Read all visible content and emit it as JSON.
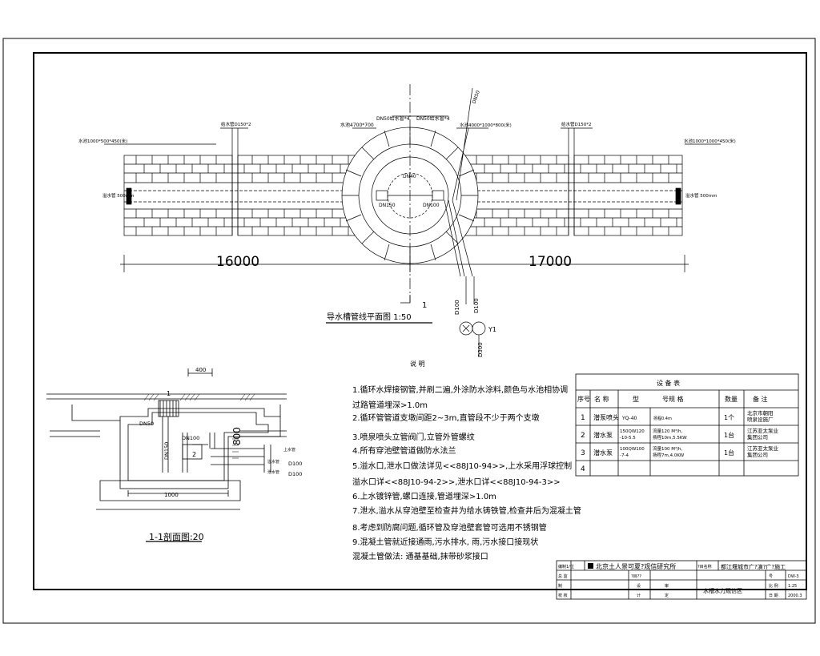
{
  "plan": {
    "title": "导水槽管线平面图  1:50",
    "dim_left": "16000",
    "dim_right": "17000",
    "section_mark": "1",
    "labels": {
      "pool_left_top": "水池1000*500*450(米)",
      "pool_right_top": "水池1000*1000*450(米)",
      "pipe_left": "给水管D150*2",
      "pipe_right": "给水管D150*2",
      "dn50_left": "DN50给水管*4",
      "dn50_right": "DN50给水管*4",
      "circle_size": "水池4700*700",
      "circle_pool": "水池4000*1000*800(米)",
      "dn40": "DN40",
      "dn150": "DN150",
      "dn100": "DN100",
      "end_left": "溢水管 500mm",
      "end_right": "溢水管 500mm",
      "pump_y1": "Y1",
      "pump_x": "X",
      "pipe_d100a": "D100",
      "pipe_d100b": "D100",
      "pipe_d300": "D300",
      "dn50_pipe": "DN50"
    }
  },
  "section": {
    "title": "1-1剖面图:20",
    "dim_400": "400",
    "dim_1000": "1000",
    "dn50": "DN50",
    "dn150": "DN150",
    "dn100": "DN100",
    "d100a": "D100",
    "d100b": "D100",
    "d800": "800",
    "marker_1": "1",
    "marker_2": "2",
    "label_a": "上水管",
    "label_b": "溢水管",
    "label_c": "泄水管"
  },
  "notes": {
    "heading": "说       明",
    "items": [
      "1.循环水焊接钢管,并刷二遍,外涂防水涂料,颜色与水池相协调",
      "   过路管道埋深>1.0m",
      "2.循环管管道支墩间距2~3m,直管段不少于两个支墩",
      "3.喷泉喷头立管阀门,立管外管螺纹",
      "4.所有穿池壁管道做防水法兰",
      "5.溢水口,泄水口做法详见<<88J10-94>>,上水采用浮球控制",
      "   溢水口详<<88J10-94-2>>,泄水口详<<88J10-94-3>>",
      "6.上水镀锌管,螺口连接,管道埋深>1.0m",
      "7.泄水,溢水从穿池壁至检查井为给水铸铁管,检查井后为混凝土管",
      "8.考虑到防腐问题,循环管及穿池壁套管可选用不锈钢管",
      "9.混凝土管就近接通雨,污水排水, 雨,污水接口接现状",
      "   混凝土管做法: 通基基础,抹带砂浆接口"
    ]
  },
  "equipment_table": {
    "title": "设      备      表",
    "headers": [
      "序号",
      "名  称",
      "型      号规     格",
      "数量",
      "备     注"
    ],
    "header_model": "型",
    "header_spec": "号规      格",
    "rows": [
      {
        "no": "1",
        "name": "潜泵喷头",
        "model": "YQ-40",
        "spec": "扬程0.4m",
        "qty": "1个",
        "note": "北京市朝阳\n喷泉设施厂"
      },
      {
        "no": "2",
        "name": "潜水泵",
        "model": "150QW120\n-10-5.5",
        "spec": "流量120  M³/h,\n扬程10m,5.5KW",
        "qty": "1台",
        "note": "江苏亚太泵业\n集团公司"
      },
      {
        "no": "3",
        "name": "潜水泵",
        "model": "100QW100\n-7-4",
        "spec": "流量100   M³/h,\n扬程7m,4.0KW",
        "qty": "1台",
        "note": "江苏亚太泵业\n集团公司"
      },
      {
        "no": "4",
        "name": "",
        "model": "",
        "spec": "",
        "qty": "",
        "note": ""
      }
    ]
  },
  "title_block": {
    "institute": "北京土人景可夏?观信研究所",
    "project_label": "?目名称",
    "project": "都江堰城市广?演?广?施工",
    "drawing": "水槽水力观信区",
    "r1": "编制1/位",
    "r2": "总    监",
    "r3": "制",
    "r4": "校    核",
    "c1": "?目??",
    "c2": "设",
    "c3": "计",
    "c4": "审",
    "c5": "定",
    "no_label": "号",
    "no_value": "DW-3",
    "scale_label": "比  例",
    "scale_value": "1:25",
    "date_label": "日  期",
    "date_value": "2000.3"
  }
}
